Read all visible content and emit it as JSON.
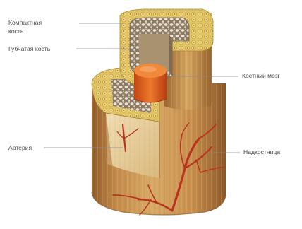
{
  "labels": {
    "compact_bone_line1": "Компактная",
    "compact_bone_line2": "кость",
    "spongy_bone": "Губчатая кость",
    "bone_marrow": "Костный мозг",
    "artery": "Артерия",
    "periosteum": "Надкостница"
  },
  "colors": {
    "bone_shaft": "#cf9c56",
    "compact_bone": "#e1c160",
    "spongy_bone": "#d9c9ad",
    "bone_marrow": "#e2611f",
    "artery": "#b8341e",
    "periosteum": "#e6cf9d"
  }
}
